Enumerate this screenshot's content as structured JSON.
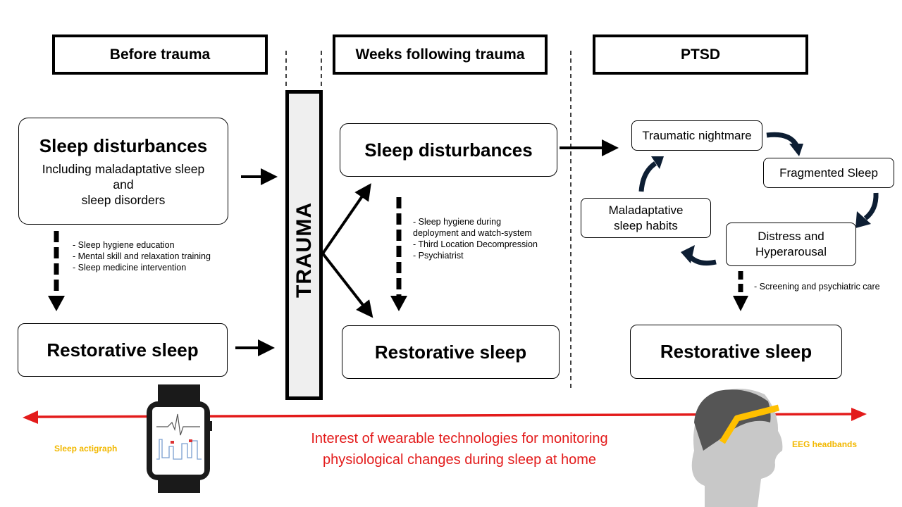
{
  "phases": {
    "before": "Before trauma",
    "weeks": "Weeks following trauma",
    "ptsd": "PTSD"
  },
  "before": {
    "disturbances_title": "Sleep disturbances",
    "disturbances_lines": [
      "Including maladaptative sleep",
      "and",
      "sleep disorders"
    ],
    "interventions": [
      "- Sleep hygiene education",
      "- Mental skill and relaxation training",
      "- Sleep medicine intervention"
    ],
    "restorative": "Restorative sleep"
  },
  "trauma_label": "TRAUMA",
  "weeks": {
    "disturbances_title": "Sleep disturbances",
    "interventions": [
      "- Sleep hygiene during",
      "deployment and watch-system",
      "- Third Location Decompression",
      "- Psychiatrist"
    ],
    "restorative": "Restorative sleep"
  },
  "ptsd": {
    "cycle": {
      "nightmare": "Traumatic nightmare",
      "fragmented": "Fragmented Sleep",
      "distress": [
        "Distress and",
        "Hyperarousal"
      ],
      "habits": [
        "Maladaptative",
        "sleep habits"
      ]
    },
    "intervention": "- Screening and psychiatric care",
    "restorative": "Restorative sleep"
  },
  "wearables": {
    "interest": [
      "Interest of wearable technologies for monitoring",
      "physiological changes during sleep at home"
    ],
    "actigraph_label": "Sleep actigraph",
    "eeg_label": "EEG headbands"
  },
  "colors": {
    "timeline_red": "#e31b1b",
    "label_yellow": "#f2b800",
    "headband_yellow": "#ffc000",
    "cycle_arrow_dark": "#0d1e33",
    "trauma_fill": "#efefef"
  },
  "icons": [
    "watch-icon",
    "head-profile-icon"
  ]
}
